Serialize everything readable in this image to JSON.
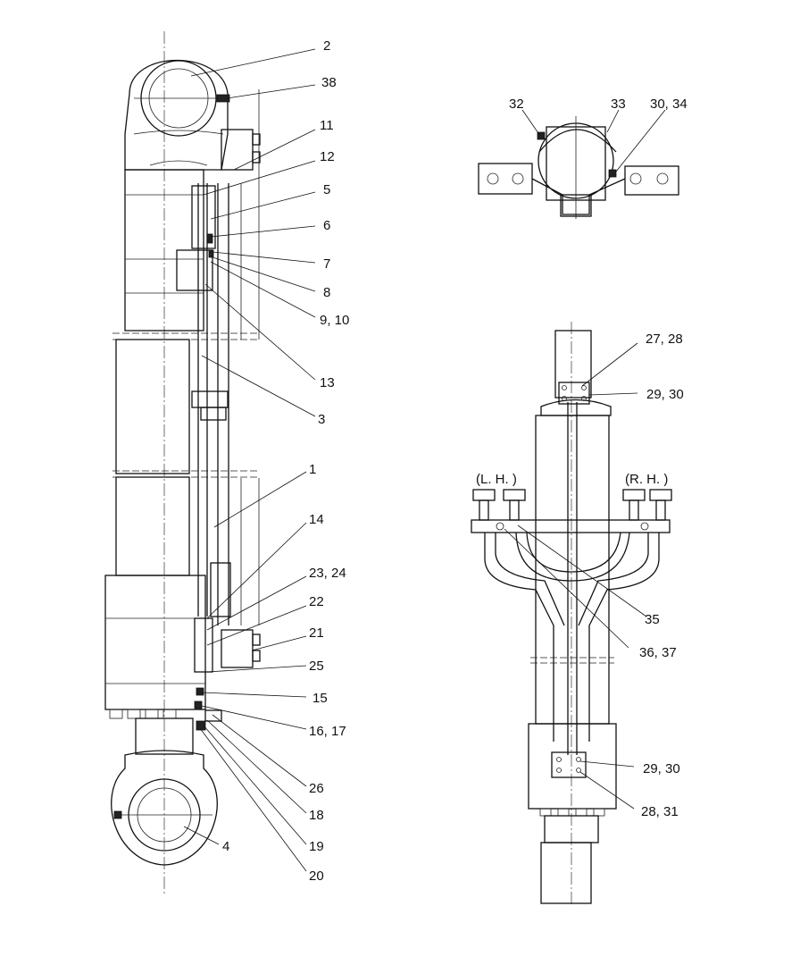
{
  "labels": {
    "left": [
      "2",
      "38",
      "11",
      "12",
      "5",
      "6",
      "7",
      "8",
      "9, 10",
      "13",
      "3",
      "1",
      "14",
      "23, 24",
      "22",
      "21",
      "25",
      "15",
      "16, 17",
      "26",
      "18",
      "19",
      "20",
      "4"
    ],
    "top_view": [
      "32",
      "33",
      "30, 34"
    ],
    "right_view": [
      "27, 28",
      "29, 30",
      "(L. H. )",
      "(R. H. )",
      "35",
      "36, 37",
      "29, 30",
      "28, 31"
    ]
  }
}
